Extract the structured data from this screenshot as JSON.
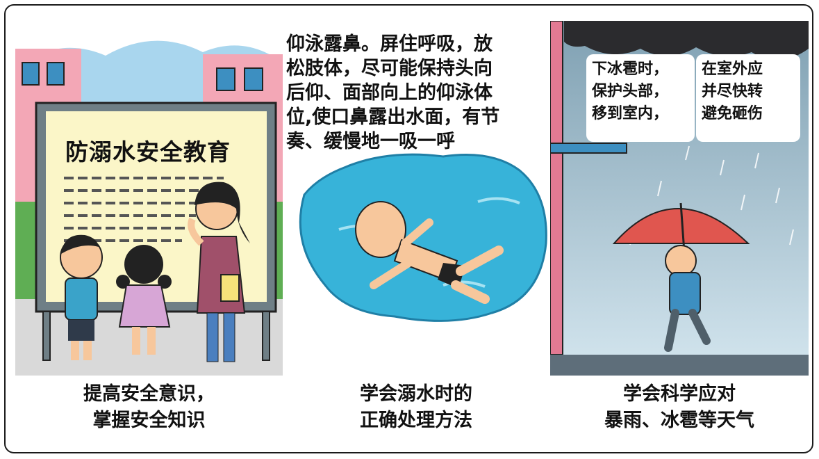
{
  "panels": [
    {
      "board_title": "防溺水安全教育",
      "caption": "提高安全意识，\n掌握安全知识"
    },
    {
      "instruction": "仰泳露鼻。屏住呼吸，放\n松肢体，尽可能保持头向\n后仰、面部向上的仰泳体\n位,使口鼻露出水面，有节\n奏、缓慢地一吸一呼",
      "caption": "学会溺水时的\n正确处理方法"
    },
    {
      "bubble_left": "下冰雹时，\n保护头部，\n移到室内，",
      "bubble_right": "在室外应\n并尽快转\n避免砸伤",
      "caption": "学会科学应对\n暴雨、冰雹等天气"
    }
  ],
  "colors": {
    "sky": "#a9d6ee",
    "board": "#fbf6c8",
    "board_frame": "#6f7f86",
    "water": "#37b3d9",
    "umbrella": "#e0564f",
    "storm": "#2b2b2e",
    "wall": "#e27a93"
  }
}
